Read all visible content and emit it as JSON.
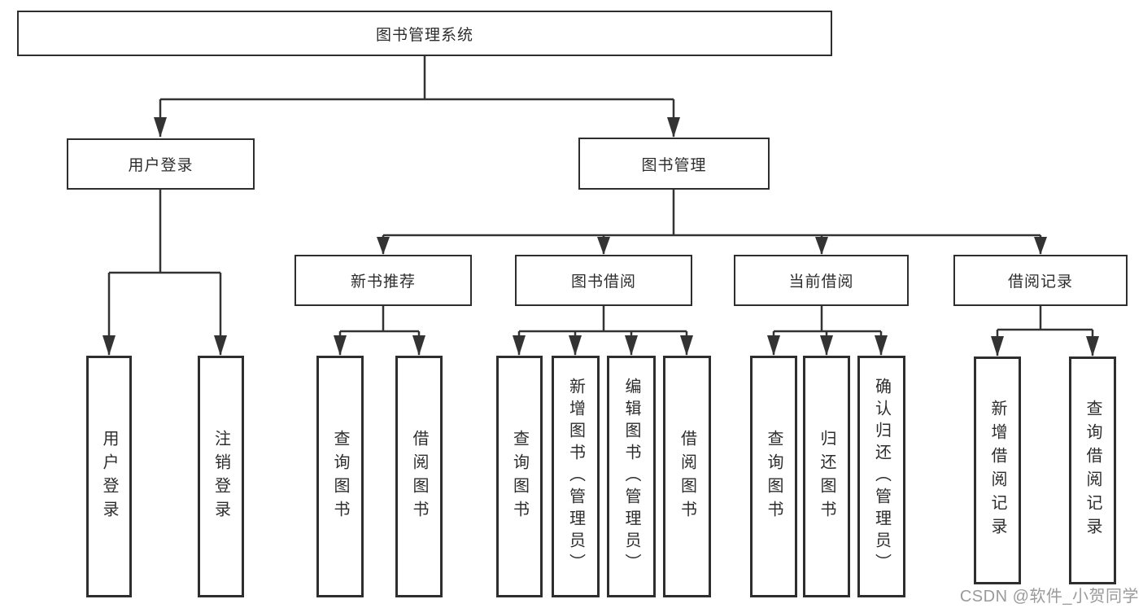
{
  "diagram": {
    "root": {
      "label": "图书管理系统",
      "children": [
        {
          "label": "用户登录",
          "children": [
            {
              "label": "用户登录"
            },
            {
              "label": "注销登录"
            }
          ]
        },
        {
          "label": "图书管理",
          "children": [
            {
              "label": "新书推荐",
              "children": [
                {
                  "label": "查询图书"
                },
                {
                  "label": "借阅图书"
                }
              ]
            },
            {
              "label": "图书借阅",
              "children": [
                {
                  "label": "查询图书"
                },
                {
                  "label": "新增图书（管理员）"
                },
                {
                  "label": "编辑图书（管理员）"
                },
                {
                  "label": "借阅图书"
                }
              ]
            },
            {
              "label": "当前借阅",
              "children": [
                {
                  "label": "查询图书"
                },
                {
                  "label": "归还图书"
                },
                {
                  "label": "确认归还（管理员）"
                }
              ]
            },
            {
              "label": "借阅记录",
              "children": [
                {
                  "label": "新增借阅记录"
                },
                {
                  "label": "查询借阅记录"
                }
              ]
            }
          ]
        }
      ]
    }
  },
  "watermark": {
    "text": "CSDN @软件_小贺同学"
  },
  "colors": {
    "line": "#333333",
    "box_border": "#2e2e2e",
    "text": "#2d2d2d",
    "watermark": "#9a9a9a",
    "background": "#ffffff"
  }
}
